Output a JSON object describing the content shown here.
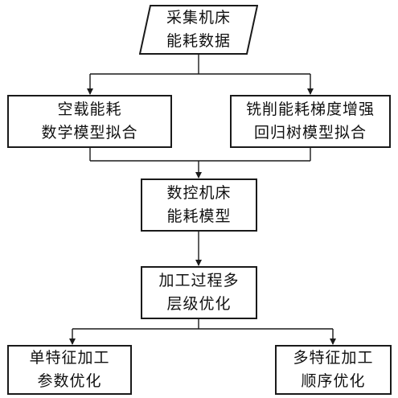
{
  "nodes": {
    "start": {
      "line1": "采集机床",
      "line2": "能耗数据"
    },
    "left": {
      "line1": "空载能耗",
      "line2": "数学模型拟合"
    },
    "right": {
      "line1": "铣削能耗梯度增强",
      "line2": "回归树模型拟合"
    },
    "model": {
      "line1": "数控机床",
      "line2": "能耗模型"
    },
    "opt": {
      "line1": "加工过程多",
      "line2": "层级优化"
    },
    "single": {
      "line1": "单特征加工",
      "line2": "参数优化"
    },
    "multi": {
      "line1": "多特征加工",
      "line2": "顺序优化"
    }
  },
  "colors": {
    "stroke": "#1a1a1a",
    "text": "#111111",
    "background": "#ffffff"
  }
}
